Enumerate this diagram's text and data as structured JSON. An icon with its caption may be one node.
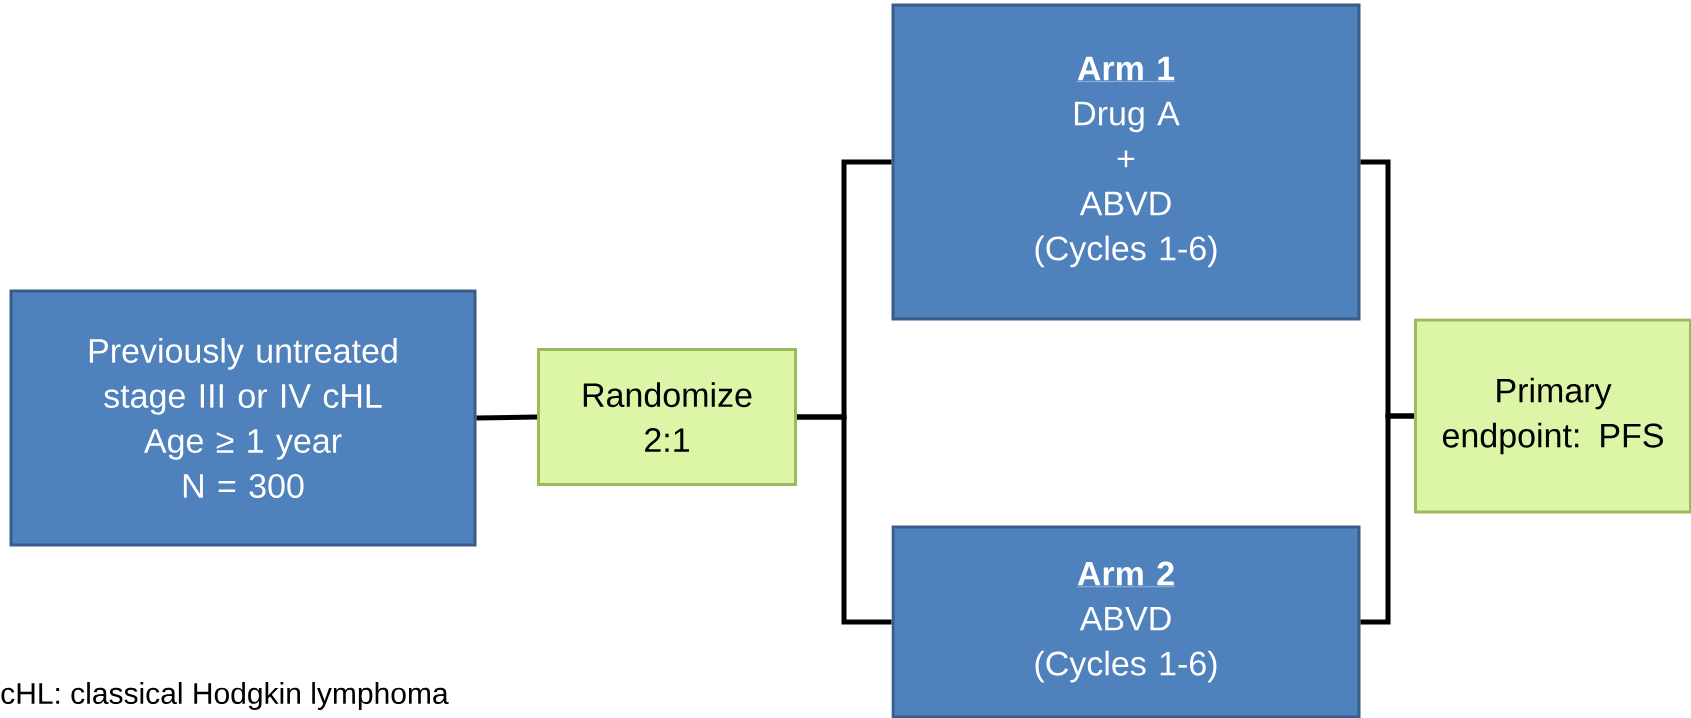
{
  "diagram": {
    "nodes": [
      {
        "text": [
          "Previously untreated stage III or IV cHL",
          "Age ≥ 1 year",
          "N = 300"
        ]
      },
      {
        "text": [
          "Randomize 2:1"
        ]
      },
      {
        "text": [
          "Arm 1",
          "Drug A",
          "+",
          "ABVD",
          "(Cycles 1-6)"
        ]
      },
      {
        "text": [
          "Arm 2",
          "ABVD",
          "(Cycles 1-6)"
        ]
      },
      {
        "text": [
          "Primary endpoint: PFS"
        ]
      }
    ],
    "edges": [
      {
        "from": 0,
        "to": 1,
        "arrow": "none"
      },
      {
        "from": 1,
        "to": 2,
        "arrow": "none"
      },
      {
        "from": 1,
        "to": 3,
        "arrow": "none"
      },
      {
        "from": 2,
        "to": 4,
        "arrow": "none"
      },
      {
        "from": 3,
        "to": 4,
        "arrow": "none"
      }
    ],
    "labels": [
      "cHL: classical Hodgkin lymphoma"
    ]
  }
}
